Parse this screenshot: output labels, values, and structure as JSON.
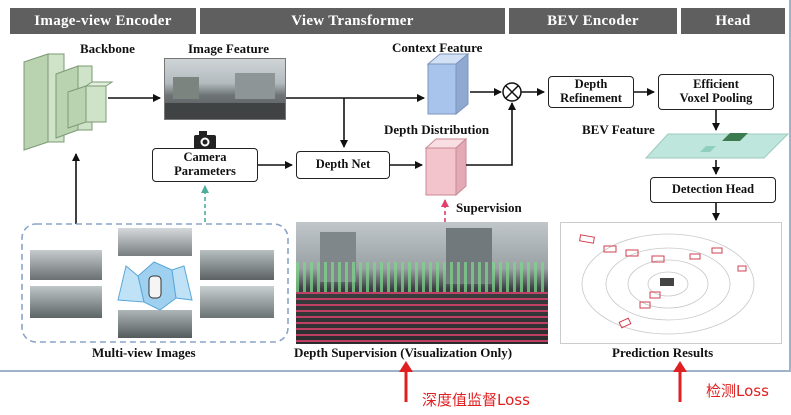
{
  "stages": [
    "Image-view Encoder",
    "View Transformer",
    "BEV Encoder",
    "Head"
  ],
  "labels": {
    "backbone": "Backbone",
    "image_feature": "Image Feature",
    "context_feature": "Context Feature",
    "depth_distribution": "Depth Distribution",
    "supervision": "Supervision",
    "bev_feature": "BEV Feature",
    "multiview_caption": "Multi-view Images",
    "depth_sup_caption": "Depth Supervision (Visualization Only)",
    "prediction_caption": "Prediction Results"
  },
  "boxes": {
    "camera_line1": "Camera",
    "camera_line2": "Parameters",
    "depth_net": "Depth Net",
    "depth_ref_line1": "Depth",
    "depth_ref_line2": "Refinement",
    "voxel_line1": "Efficient",
    "voxel_line2": "Voxel Pooling",
    "detection_head": "Detection Head"
  },
  "operator": "⊗",
  "annotations": {
    "depth_loss": "深度值监督Loss",
    "detect_loss": "检测Loss"
  },
  "colors": {
    "stage_bar": "#5f5f5f",
    "backbone_green": "#cfe3c8",
    "context_blue": "#a9c4ec",
    "depth_pink": "#f3c4cb",
    "bev_teal": "#bfe6dc",
    "dashed_region": "#8aa4c8",
    "supervision_arrow": "#e0406a",
    "camera_arrow": "#4fae9a",
    "annotation_red": "#e02020"
  },
  "icons": [
    "camera-icon",
    "multiply-icon"
  ]
}
